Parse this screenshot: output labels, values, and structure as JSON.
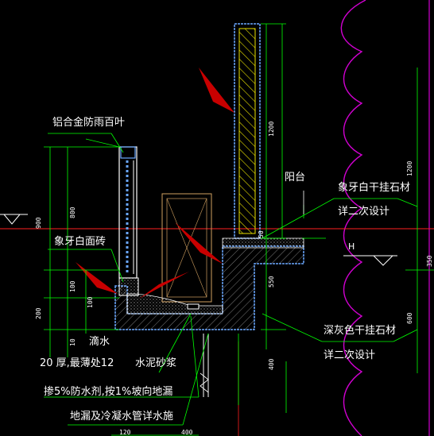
{
  "labels": {
    "louver": "铝合金防雨百叶",
    "balcony": "阳台",
    "ivory_stone": "象牙白干挂石材",
    "ivory_stone_note": "详二次设计",
    "ivory_tile": "象牙白面砖",
    "dark_stone": "深灰色干挂石材",
    "dark_stone_note": "详二次设计",
    "drip": "滴水",
    "elev_h": "H",
    "mortar_line1a": "20 厚,最薄处12",
    "mortar_line1b": "水泥砂浆",
    "mortar_line2": "掺5%防水剂,按1%坡向地漏",
    "mortar_line3": "地漏及冷凝水管详水施"
  },
  "dimensions": {
    "d900": "900",
    "d800": "800",
    "d100a": "100",
    "d100b": "100",
    "d200": "200",
    "d10": "10",
    "d1200a": "1200",
    "d1200b": "1200",
    "d50": "50",
    "d550": "550",
    "d400": "400",
    "d600": "600",
    "d350": "350",
    "d120": "120",
    "d400b": "400"
  },
  "colors": {
    "background": "#000000",
    "dimension_lines": "#00ff00",
    "outline": "#ffffff",
    "wall_outline": "#6aa8ff",
    "arrows": "#c80000",
    "level_line": "#ff2020",
    "facade_curve": "#d000d0",
    "hatch": "#ffff00"
  }
}
